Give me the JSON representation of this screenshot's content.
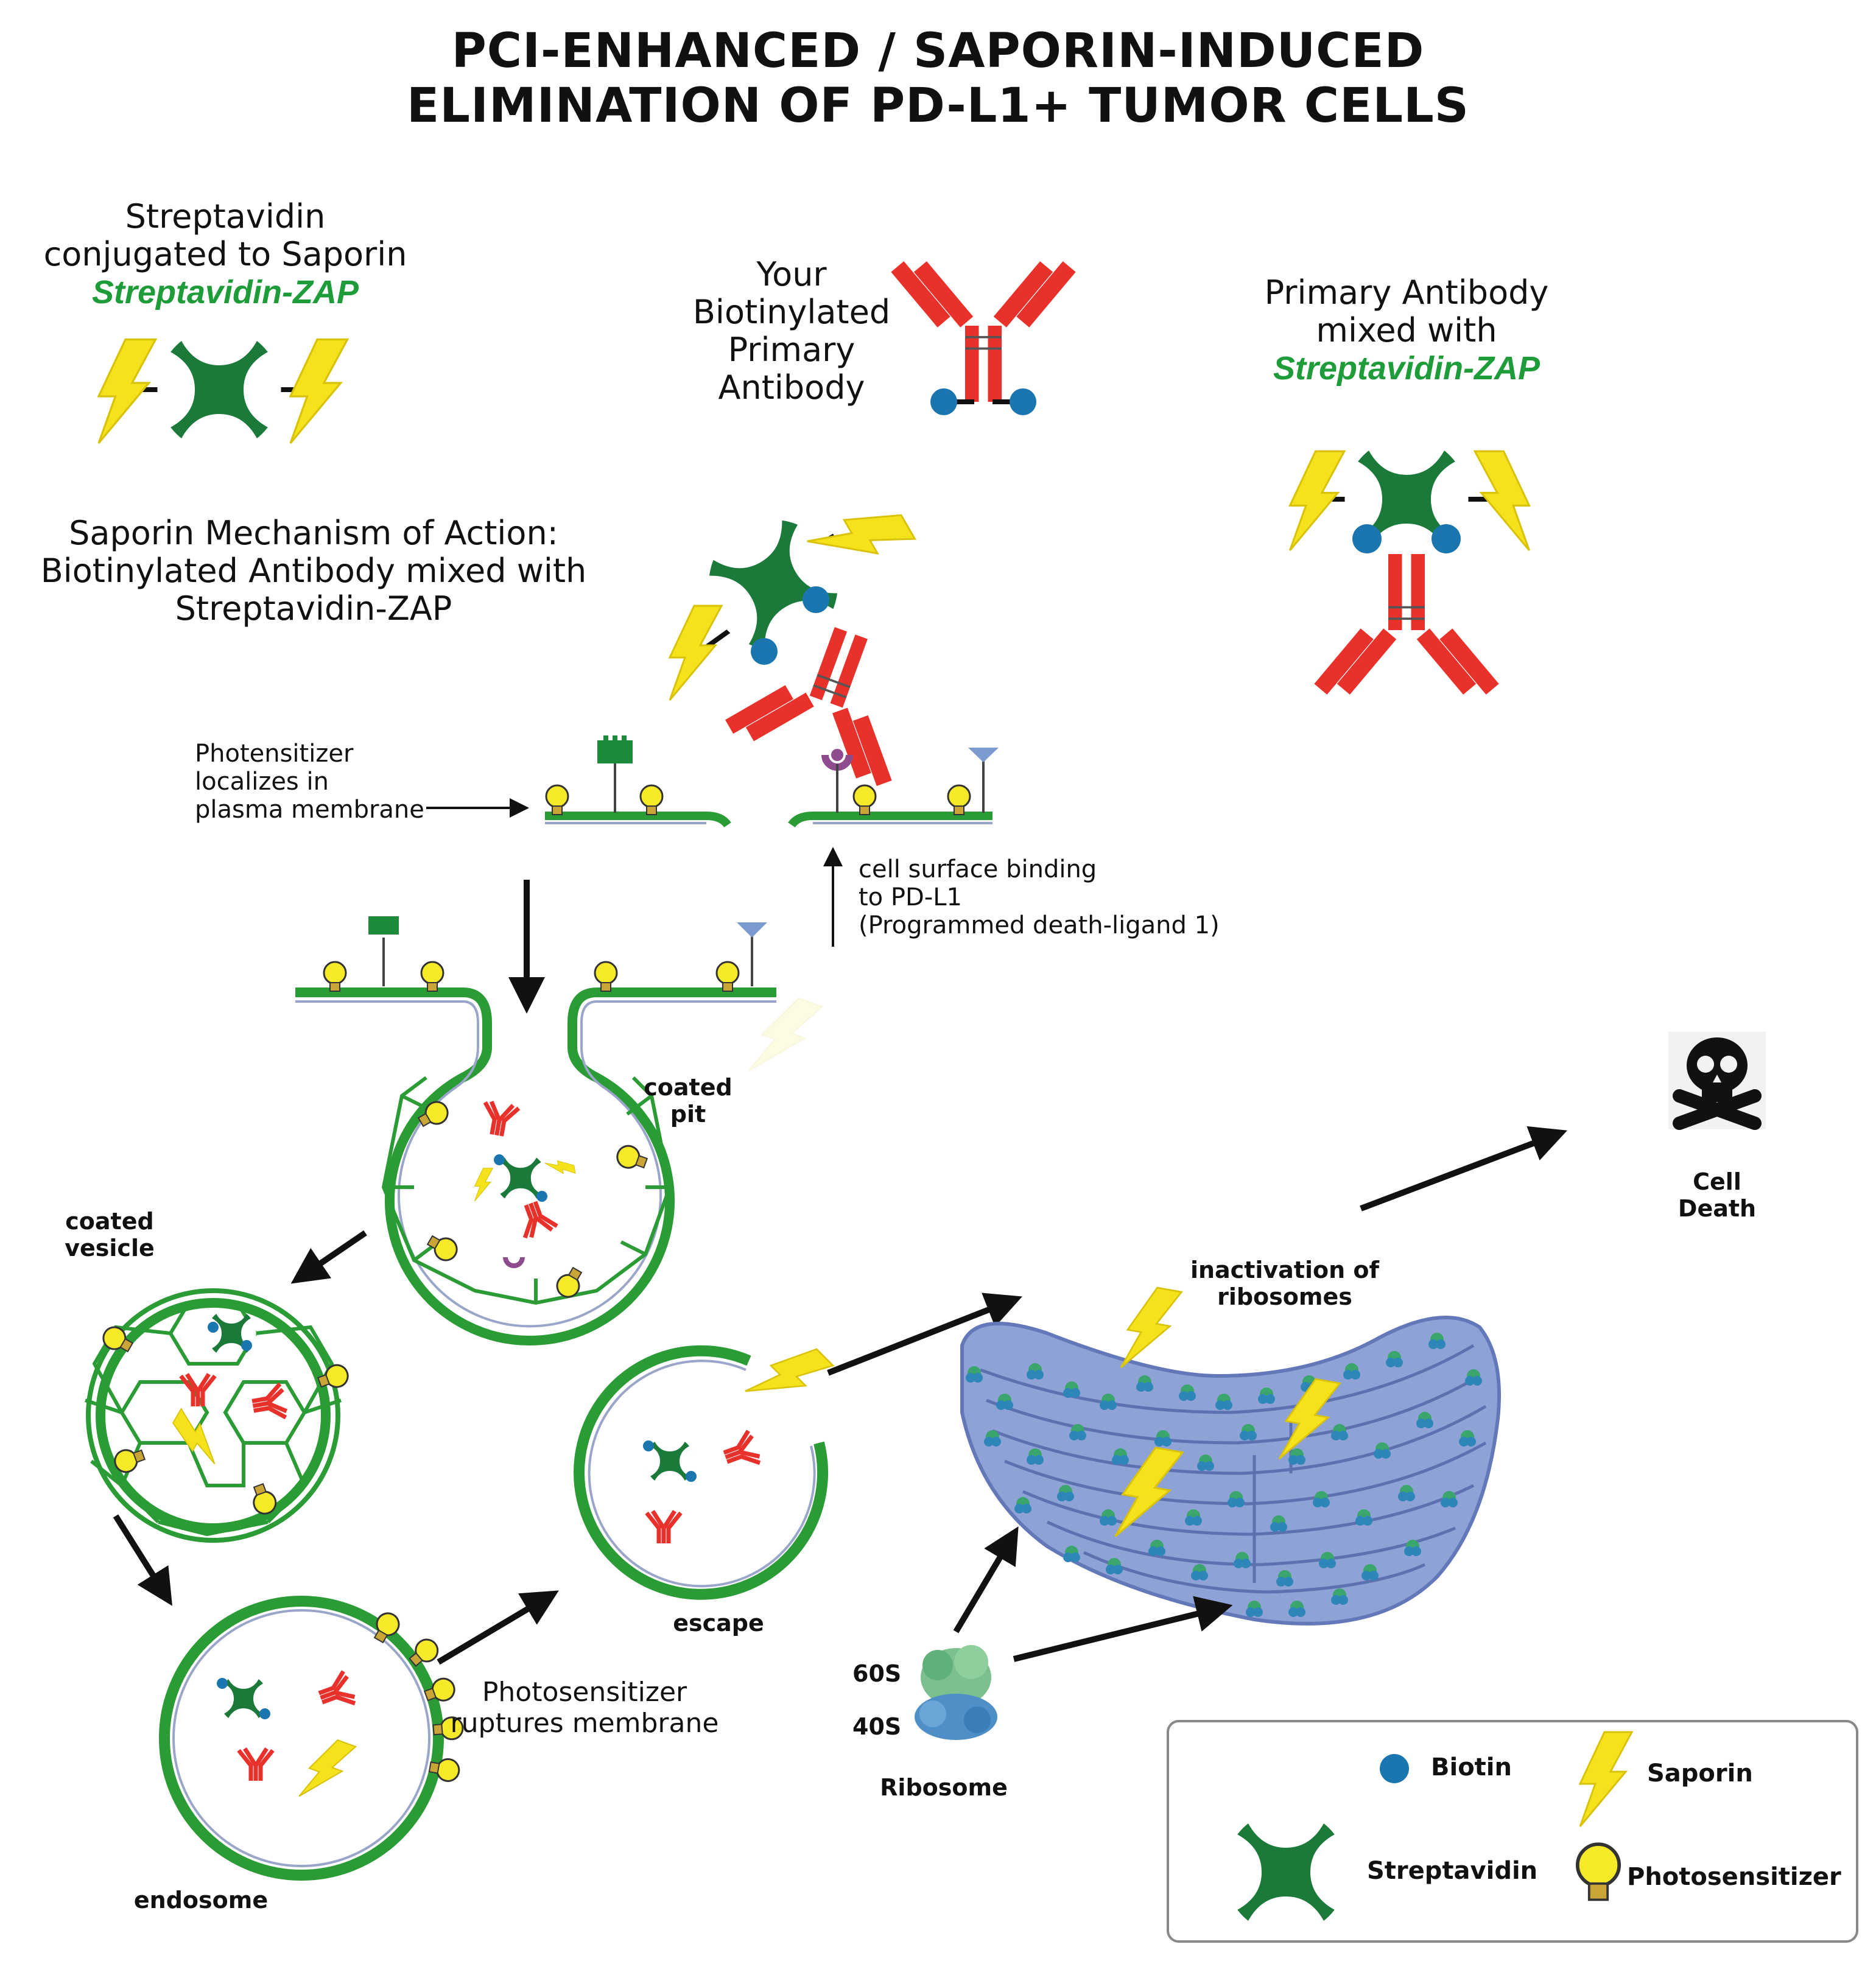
{
  "title": {
    "line1": "PCI-ENHANCED / SAPORIN-INDUCED",
    "line2": "ELIMINATION OF PD-L1+ TUMOR CELLS"
  },
  "streptavidin_panel": {
    "line1": "Streptavidin",
    "line2": "conjugated to Saporin",
    "product": "Streptavidin-ZAP"
  },
  "antibody_panel": {
    "line1": "Your",
    "line2": "Biotinylated",
    "line3": "Primary",
    "line4": "Antibody"
  },
  "mixed_panel": {
    "line1": "Primary Antibody",
    "line2": "mixed with",
    "product": "Streptavidin-ZAP"
  },
  "mechanism": {
    "line1": "Saporin Mechanism of Action:",
    "line2": "Biotinylated Antibody mixed with",
    "line3": "Streptavidin-ZAP"
  },
  "photosensitizer_note": {
    "line1": "Photensitizer",
    "line2": "localizes in",
    "line3": "plasma membrane"
  },
  "binding_note": {
    "line1": "cell surface binding",
    "line2": "to PD-L1",
    "line3": "(Programmed death-ligand 1)"
  },
  "labels": {
    "coated_pit_1": "coated",
    "coated_pit_2": "pit",
    "coated_vesicle_1": "coated",
    "coated_vesicle_2": "vesicle",
    "endosome": "endosome",
    "escape": "escape",
    "rupture_1": "Photosensitizer",
    "rupture_2": "ruptures membrane",
    "inactivation_1": "inactivation of",
    "inactivation_2": "ribosomes",
    "cell_death_1": "Cell",
    "cell_death_2": "Death",
    "ribosome_60s": "60S",
    "ribosome_40s": "40S",
    "ribosome": "Ribosome"
  },
  "legend": {
    "biotin": "Biotin",
    "saporin": "Saporin",
    "streptavidin": "Streptavidin",
    "photosensitizer": "Photosensitizer"
  },
  "colors": {
    "streptavidin": "#1b7a3a",
    "biotin": "#1b76b0",
    "antibody": "#e8312b",
    "saporin": "#f4e21b",
    "membrane": "#2b9c35",
    "er": "#7f95cf"
  }
}
